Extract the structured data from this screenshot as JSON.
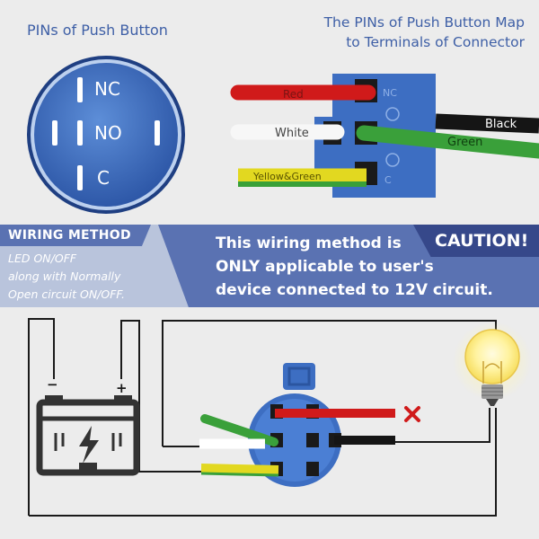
{
  "top_left": {
    "title": "PINs of Push Button",
    "pins": [
      "NC",
      "NO",
      "C"
    ]
  },
  "top_right": {
    "title_line1": "The PINs of Push Button Map",
    "title_line2": "to Terminals of Connector",
    "wires": [
      "Red",
      "White",
      "Yellow&Green",
      "Black",
      "Green"
    ],
    "terminals": [
      "NC",
      "C"
    ]
  },
  "band": {
    "wiring_title": "WIRING METHOD",
    "wiring_line1": "LED ON/OFF",
    "wiring_line2": "along with Normally",
    "wiring_line3": "Open circuit ON/OFF.",
    "caution": "CAUTION!",
    "warn_line1": "This wiring method is",
    "warn_line2": "ONLY applicable to user's",
    "warn_line3": "device connected to 12V circuit."
  },
  "bottom": {
    "battery_minus": "−",
    "battery_plus": "+"
  },
  "colors": {
    "accent": "#3e5fa6",
    "band_dark": "#5a72b2",
    "band_light": "#b9c4dc",
    "button_blue": "#3f6fc0",
    "red_wire": "#d01a1a",
    "green_wire": "#3aa03a",
    "yellow_wire": "#e2d820",
    "black_wire": "#151515"
  }
}
